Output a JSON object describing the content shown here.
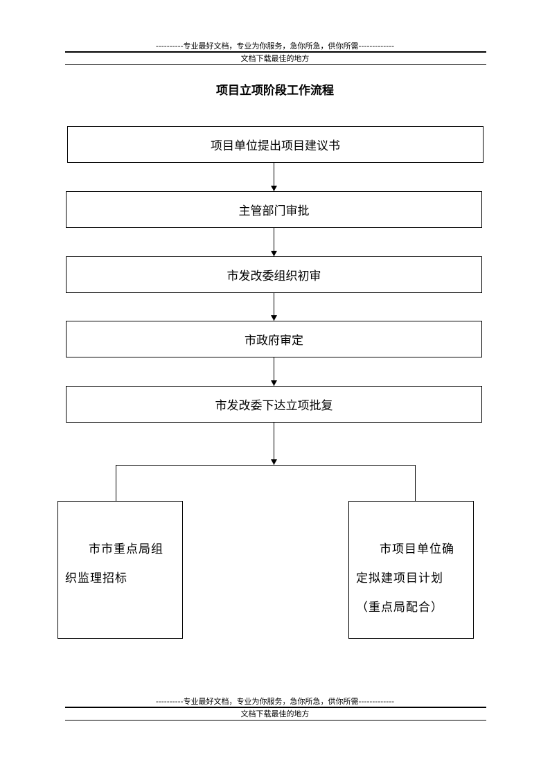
{
  "header": {
    "top_line": "----------专业最好文档，专业为你服务，急你所急，供你所需-------------",
    "sub_line": "文档下载最佳的地方"
  },
  "footer": {
    "top_line": "----------专业最好文档，专业为你服务，急你所急，供你所需-------------",
    "sub_line": "文档下载最佳的地方"
  },
  "diagram": {
    "title": "项目立项阶段工作流程",
    "steps": [
      "项目单位提出项目建议书",
      "主管部门审批",
      "市发改委组织初审",
      "市政府审定",
      "市发改委下达立项批复"
    ],
    "branches": [
      "市市重点局组织监理招标",
      "市项目单位确定拟建项目计划（重点局配合）"
    ]
  }
}
